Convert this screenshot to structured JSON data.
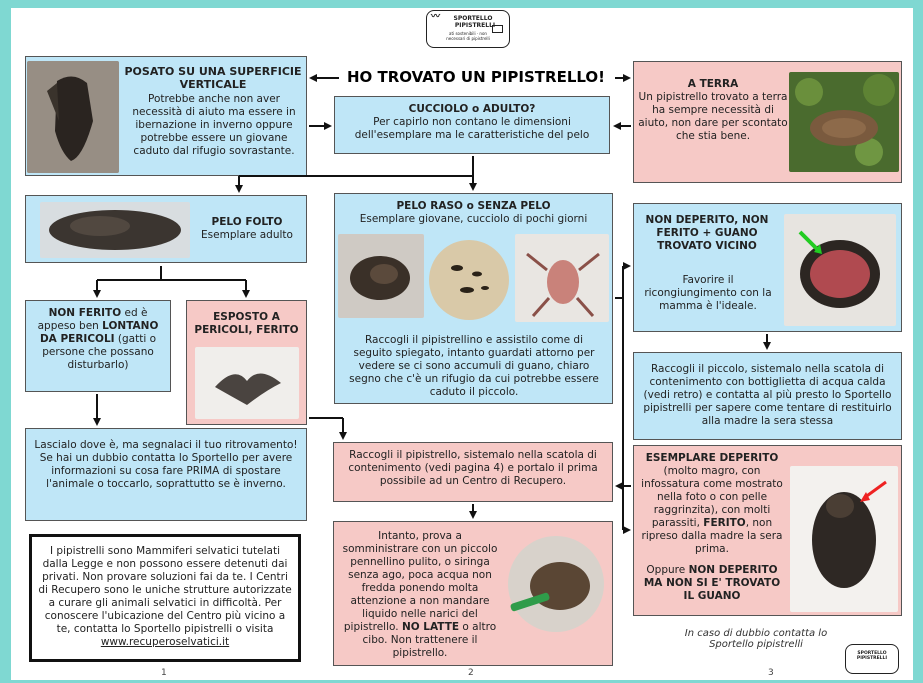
{
  "logo": {
    "line1": "SPORTELLO",
    "line2": "PIPISTRELLI",
    "line3": "ati sostenibili · non necessari di pipistrelli"
  },
  "title": "HO TROVATO UN PIPISTRELLO!",
  "posato": {
    "heading": "POSATO SU UNA SUPERFICIE VERTICALE",
    "body": "Potrebbe anche non aver necessità di aiuto ma essere in ibernazione in inverno oppure potrebbe essere un giovane caduto dal rifugio sovrastante."
  },
  "cucciolo": {
    "heading": "CUCCIOLO o ADULTO?",
    "body": "Per capirlo non contano le dimensioni dell'esemplare ma le caratteristiche del pelo"
  },
  "terra": {
    "heading": "A TERRA",
    "body": "Un pipistrello trovato a terra ha sempre necessità di aiuto, non dare per scontato che stia bene."
  },
  "folto": {
    "heading": "PELO FOLTO",
    "body": "Esemplare adulto"
  },
  "raso": {
    "heading": "PELO RASO o SENZA PELO",
    "sub": "Esemplare giovane, cucciolo di pochi giorni",
    "body": "Raccogli il pipistrellino e assistilo come di seguito spiegato, intanto guardati attorno per vedere se ci sono accumuli di guano, chiaro segno che c'è un rifugio da cui potrebbe essere caduto il piccolo."
  },
  "nondeperito": {
    "heading": "NON DEPERITO, NON FERITO + GUANO TROVATO VICINO",
    "body": "Favorire il ricongiungimento con la mamma è l'ideale."
  },
  "nonferito": {
    "p1": "NON FERITO",
    "p2": " ed è appeso ben ",
    "p3": "LONTANO DA PERICOLI",
    "p4": " (gatti o persone che possano disturbarlo)"
  },
  "esposto": {
    "heading": "ESPOSTO A PERICOLI, FERITO"
  },
  "piccolo": {
    "body": "Raccogli il piccolo, sistemalo nella scatola di contenimento con bottiglietta di acqua calda (vedi retro) e contatta al più presto lo Sportello pipistrelli per sapere come tentare di restituirlo alla madre la sera stessa"
  },
  "lascialo": {
    "body1": "Lascialo dove è, ma segnalaci il tuo ritrovamento! Se hai un dubbio contatta lo Sportello per avere informazioni su cosa fare PRIMA di spostare l'animale o toccarlo, soprattutto se è inverno."
  },
  "raccogli": {
    "body": "Raccogli il pipistrello, sistemalo nella scatola di contenimento (vedi pagina 4) e portalo il prima possibile ad un Centro di Recupero."
  },
  "deperito": {
    "heading": "ESEMPLARE DEPERITO",
    "body1": "(molto magro, con infossatura come mostrato nella foto o con pelle raggrinzita), con molti parassiti, ",
    "b2": "FERITO",
    "body2": ", non ripreso dalla madre la sera prima.",
    "oppure": "Oppure ",
    "b3": "NON DEPERITO MA NON SI E' TROVATO IL GUANO"
  },
  "intanto": {
    "body": "Intanto, prova a somministrare con un piccolo pennellino pulito, o siringa senza ago, poca acqua non fredda ponendo molta attenzione a non mandare liquido nelle narici del pipistrello. ",
    "bold": "NO LATTE",
    "tail": " o altro cibo. Non trattenere il pipistrello."
  },
  "legge": {
    "body": "I pipistrelli sono Mammiferi selvatici tutelati dalla Legge e non possono essere detenuti dai privati. Non provare soluzioni fai da te. I Centri di Recupero sono le uniche strutture autorizzate a curare gli animali selvatici in difficoltà. Per conoscere l'ubicazione del Centro più vicino a te, contatta lo Sportello pipistrelli o visita ",
    "link": "www.recuperoselvatici.it"
  },
  "dubbio": "In caso di dubbio contatta lo Sportello pipistrelli",
  "pages": [
    "1",
    "2",
    "3"
  ],
  "colors": {
    "background": "#7fd8d2",
    "blue_box": "#bfe6f7",
    "pink_box": "#f6c9c6",
    "green_arrow": "#22cc22",
    "red_arrow": "#ee2222"
  },
  "icons": [
    "bat-icon",
    "envelope-icon",
    "arrow-icon"
  ]
}
